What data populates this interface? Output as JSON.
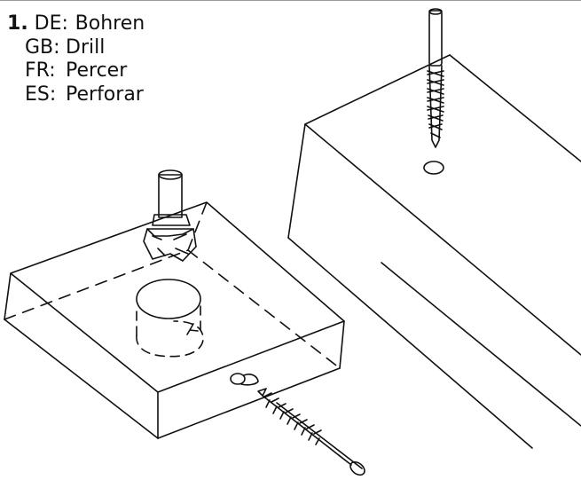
{
  "step": {
    "number": "1",
    "lines": [
      {
        "code": "DE:",
        "text": "Bohren"
      },
      {
        "code": "GB:",
        "text": "Drill"
      },
      {
        "code": "FR:",
        "text": "Percer"
      },
      {
        "code": "ES:",
        "text": "Perforar"
      }
    ]
  }
}
